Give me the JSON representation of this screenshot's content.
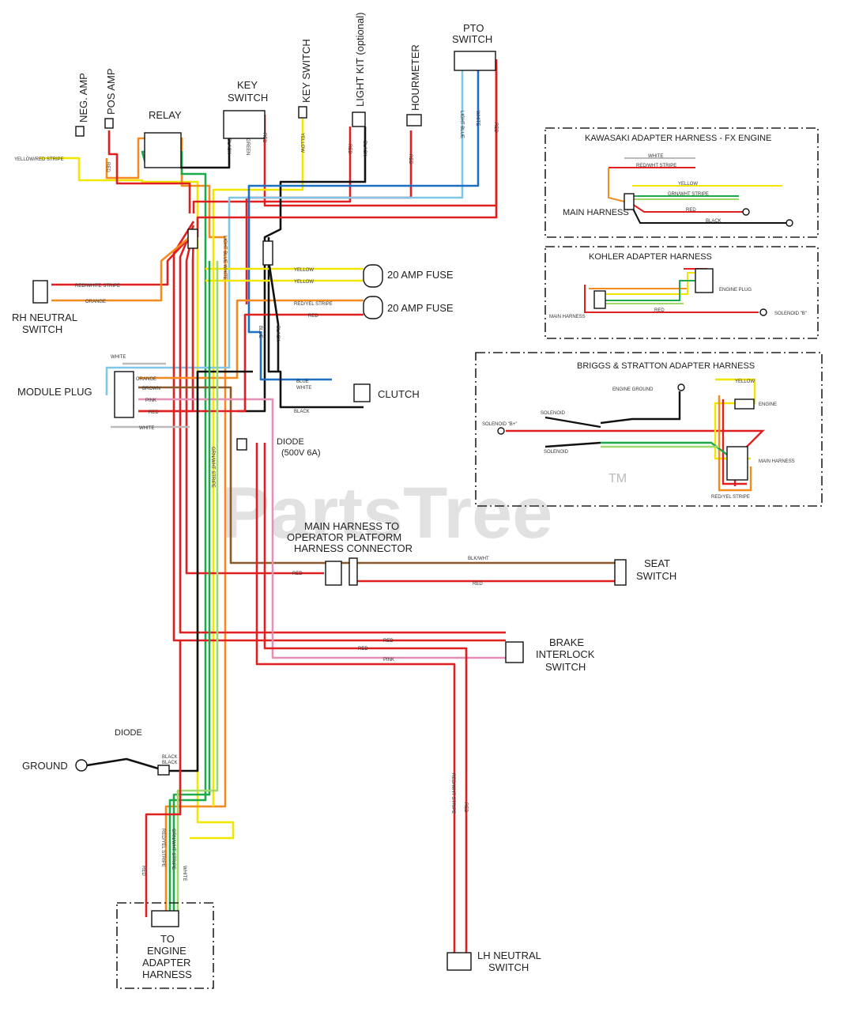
{
  "watermark": {
    "brand": "PartsTree",
    "tm": "TM"
  },
  "colors": {
    "red": "#e02020",
    "yellow": "#f2e600",
    "orange": "#f58a1f",
    "green": "#1faa4a",
    "lightgreen": "#9fd86b",
    "blue": "#1e6fbf",
    "lightblue": "#7fc6e8",
    "black": "#111111",
    "pink": "#e58fb6",
    "brown": "#8a5a2b",
    "white": "#bbbbbb"
  },
  "components": {
    "neg_amp": "NEG. AMP",
    "pos_amp": "POS AMP",
    "relay": "RELAY",
    "key_switch_top": "KEY",
    "key_switch_bottom": "SWITCH",
    "key_switch_vertical": "KEY SWITCH",
    "light_kit": "LIGHT KIT (optional)",
    "hourmeter": "HOURMETER",
    "pto_top": "PTO",
    "pto_bottom": "SWITCH",
    "fuse_top": "20 AMP FUSE",
    "fuse_bottom": "20 AMP FUSE",
    "rh_neutral_1": "RH NEUTRAL",
    "rh_neutral_2": "SWITCH",
    "module_plug": "MODULE PLUG",
    "clutch": "CLUTCH",
    "diode_mid_1": "DIODE",
    "diode_mid_2": "(500V 6A)",
    "main_harness_1": "MAIN HARNESS TO",
    "main_harness_2": "OPERATOR PLATFORM",
    "main_harness_3": "HARNESS CONNECTOR",
    "seat_1": "SEAT",
    "seat_2": "SWITCH",
    "brake_1": "BRAKE",
    "brake_2": "INTERLOCK",
    "brake_3": "SWITCH",
    "diode_low": "DIODE",
    "ground": "GROUND",
    "engine_1": "TO",
    "engine_2": "ENGINE",
    "engine_3": "ADAPTER",
    "engine_4": "HARNESS",
    "lh_1": "LH NEUTRAL",
    "lh_2": "SWITCH"
  },
  "wire_labels": {
    "yel_red_stripe": "YELLOW/RED STRIPE",
    "red": "RED",
    "black": "BLACK",
    "green": "GREEN",
    "yellow": "YELLOW",
    "light_blue": "LIGHT BLUE",
    "light_blue_white": "LIGHT BLUE WHITE",
    "red_white_stripe": "RED/WHITE STRIPE",
    "orange": "ORANGE",
    "red_yel_stripe": "RED/YEL STRIPE",
    "blue": "BLUE",
    "white": "WHITE",
    "brown": "BROWN",
    "pink": "PINK",
    "grn_wht_stripe": "GRN/WHT STRIPE",
    "blk_wht": "BLK/WHT",
    "red_wht_stripe_vertical": "RED/WHT STRIPE"
  },
  "panels": {
    "kawasaki": {
      "title": "KAWASAKI ADAPTER HARNESS - FX ENGINE",
      "main_harness": "MAIN HARNESS",
      "white": "WHITE",
      "red_wht_stripe": "RED/WHT STRIPE",
      "yellow": "YELLOW",
      "grn_wht_stripe": "GRN/WHT STRIPE",
      "red": "RED",
      "black": "BLACK"
    },
    "kohler": {
      "title": "KOHLER ADAPTER HARNESS",
      "engine_plug": "ENGINE PLUG",
      "main_harness": "MAIN HARNESS",
      "red": "RED",
      "solenoid": "SOLENOID \"B\""
    },
    "briggs": {
      "title": "BRIGGS & STRATTON ADAPTER HARNESS",
      "engine_ground": "ENGINE GROUND",
      "engine": "ENGINE",
      "solenoid_b": "SOLENOID \"B+\"",
      "solenoid_1": "SOLENOID",
      "solenoid_2": "SOLENOID",
      "main_harness": "MAIN HARNESS",
      "red_yel_stripe": "RED/YEL STRIPE",
      "yellow": "YELLOW"
    }
  }
}
